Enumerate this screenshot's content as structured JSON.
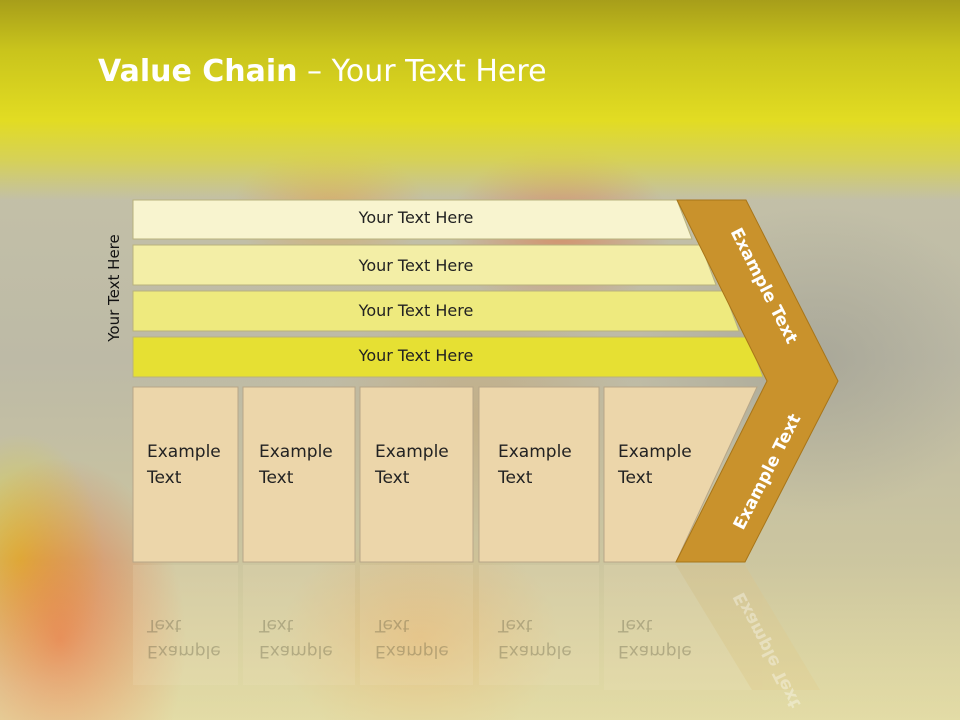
{
  "slide": {
    "title_bold": "Value Chain",
    "title_rest": " – Your Text Here",
    "side_label": "Your Text Here"
  },
  "rows": [
    {
      "label": "Your Text Here",
      "fill": "#f8f4cf"
    },
    {
      "label": "Your Text Here",
      "fill": "#f3eea6"
    },
    {
      "label": "Your Text Here",
      "fill": "#eeea7e"
    },
    {
      "label": "Your Text Here",
      "fill": "#e6e033"
    }
  ],
  "cells": [
    {
      "line1": "Example",
      "line2": "Text"
    },
    {
      "line1": "Example",
      "line2": "Text"
    },
    {
      "line1": "Example",
      "line2": "Text"
    },
    {
      "line1": "Example",
      "line2": "Text"
    },
    {
      "line1": "Example",
      "line2": "Text"
    }
  ],
  "chevron": {
    "upper_label": "Example Text",
    "lower_label": "Example Text",
    "fill": "#c9922c",
    "cell_fill": "#ecd6aa"
  }
}
